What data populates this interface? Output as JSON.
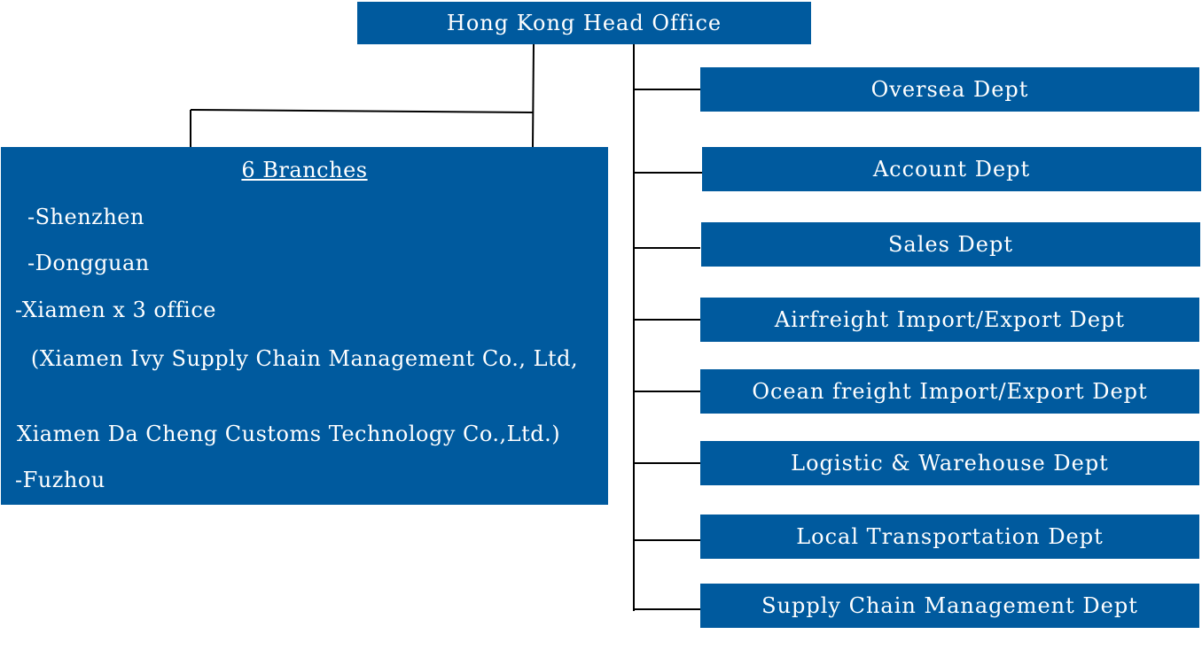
{
  "head_office": "Hong Kong Head Office",
  "branches": {
    "title": "6 Branches",
    "lines": [
      "-Shenzhen",
      "-Dongguan",
      "-Xiamen x 3 office",
      "(Xiamen Ivy Supply Chain Management Co., Ltd,",
      "Xiamen Da Cheng Customs Technology Co.,Ltd.)",
      "-Fuzhou"
    ]
  },
  "departments": [
    "Oversea Dept",
    "Account Dept",
    "Sales Dept",
    "Airfreight Import/Export Dept",
    "Ocean freight Import/Export Dept",
    "Logistic & Warehouse Dept",
    "Local Transportation Dept",
    "Supply Chain Management Dept"
  ],
  "colors": {
    "box_fill": "#005a9e",
    "box_text": "#ffffff",
    "connector": "#000000"
  }
}
